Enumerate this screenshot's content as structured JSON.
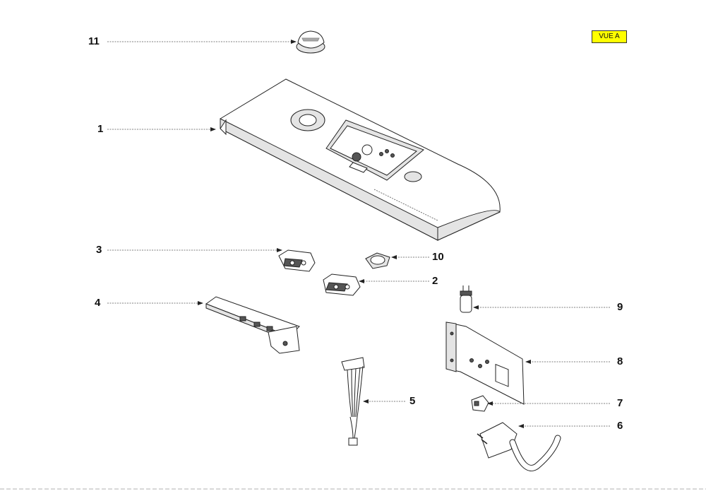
{
  "view_label": "VUE A",
  "callouts": {
    "c11": "11",
    "c1": "1",
    "c3": "3",
    "c10": "10",
    "c2": "2",
    "c4": "4",
    "c9": "9",
    "c8": "8",
    "c5": "5",
    "c7": "7",
    "c6": "6"
  },
  "colors": {
    "badge": "#ffff00",
    "line": "#222222"
  }
}
